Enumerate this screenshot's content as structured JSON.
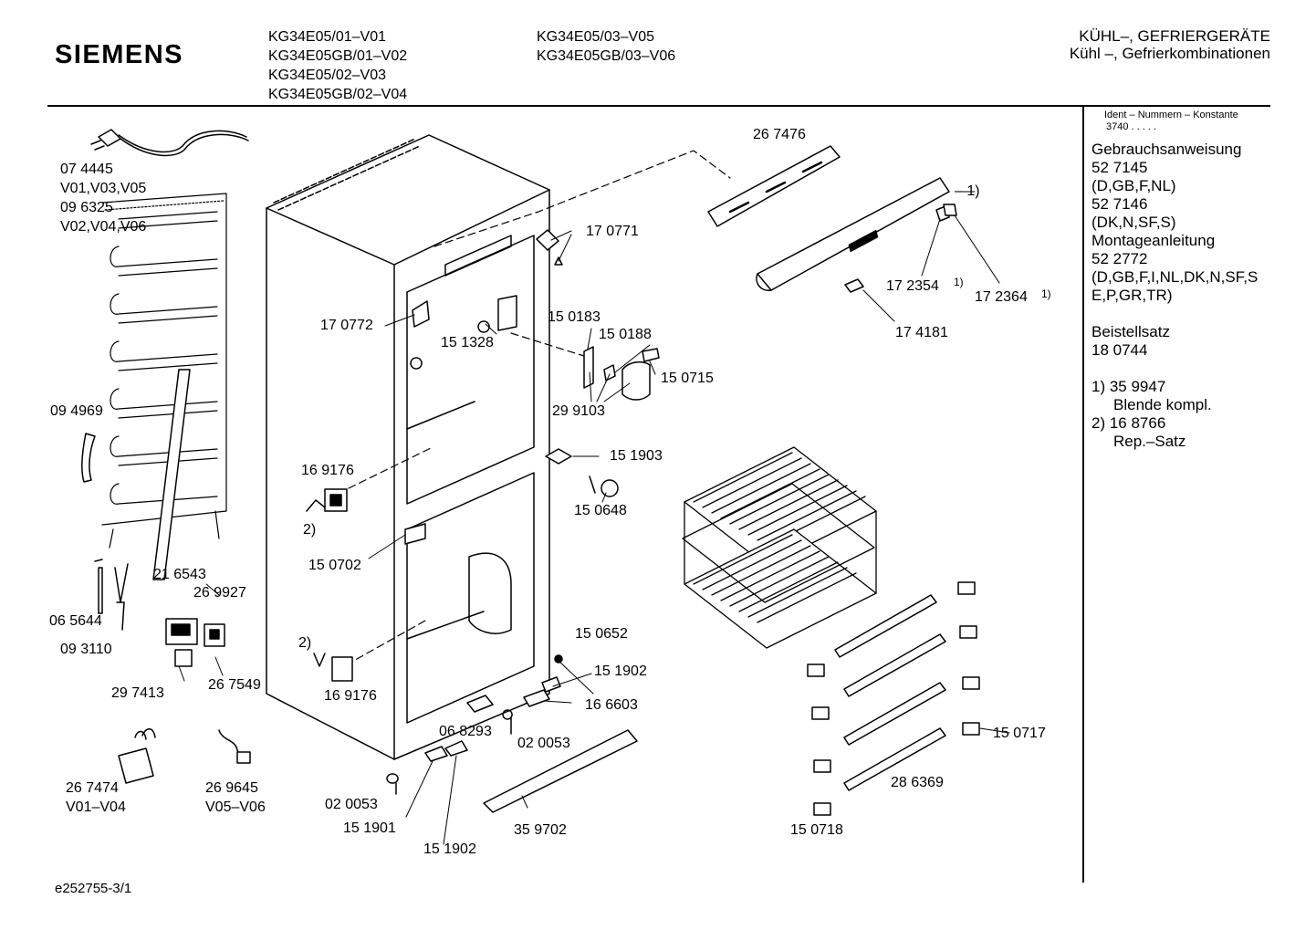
{
  "header": {
    "brand": "SIEMENS",
    "models_col1": [
      "KG34E05/01–V01",
      "KG34E05GB/01–V02",
      "KG34E05/02–V03",
      "KG34E05GB/02–V04"
    ],
    "models_col2": [
      "KG34E05/03–V05",
      "KG34E05GB/03–V06"
    ],
    "category_line1": "KÜHL–, GEFRIERGERÄTE",
    "category_line2": "Kühl –, Gefrierkombinationen"
  },
  "sidebar": {
    "ident_heading": "Ident – Nummern – Konstante",
    "ident_value": "3740  .  .  .  .  .",
    "manual_heading": "Gebrauchsanweisung",
    "manual_1": "52 7145",
    "manual_1_lang": "(D,GB,F,NL)",
    "manual_2": "52 7146",
    "manual_2_lang": "(DK,N,SF,S)",
    "install_heading": "Montageanleitung",
    "install_1": "52 2772",
    "install_1_lang_a": "(D,GB,F,I,NL,DK,N,SF,S",
    "install_1_lang_b": "E,P,GR,TR)",
    "kit_heading": "Beistellsatz",
    "kit_value": "18 0744",
    "note1_ref": "1) 35 9947",
    "note1_desc": "Blende kompl.",
    "note2_ref": "2) 16 8766",
    "note2_desc": "Rep.–Satz"
  },
  "footer": {
    "drawing_id": "e252755-3/1"
  },
  "callouts": {
    "c074445": "07 4445",
    "cV01V03V05": "V01,V03,V05",
    "c096325": "09 6325",
    "cV02V04V06": "V02,V04,V06",
    "c094969": "09 4969",
    "c216543": "21 6543",
    "c065644": "06 5644",
    "c093110": "09 3110",
    "c269927": "26 9927",
    "c297413": "29 7413",
    "c267549": "26 7549",
    "c267474": "26 7474",
    "cV01V04": "V01–V04",
    "c269645": "26 9645",
    "cV05V06": "V05–V06",
    "c020053a": "02 0053",
    "c151901": "15 1901",
    "c151902a": "15 1902",
    "c068293": "06 8293",
    "c020053b": "02 0053",
    "c359702": "35 9702",
    "c166603": "16 6603",
    "c151902b": "15 1902",
    "c150652": "15 0652",
    "c150702": "15 0702",
    "c169176a": "16 9176",
    "c2a": "2)",
    "c169176b": "16 9176",
    "c2b": "2)",
    "c170772": "17 0772",
    "c151328": "15 1328",
    "c150183": "15 0183",
    "c150188": "15 0188",
    "c150715": "15 0715",
    "c299103": "29 9103",
    "c151903": "15 1903",
    "c150648": "15 0648",
    "c170771": "17 0771",
    "c267476": "26 7476",
    "c1": "– 1)",
    "c172354": "17 2354",
    "c172354n": "1)",
    "c172364": "17 2364",
    "c172364n": "1)",
    "c174181": "17 4181",
    "c150717": "15 0717",
    "c286369": "28 6369",
    "c150718": "15 0718"
  }
}
